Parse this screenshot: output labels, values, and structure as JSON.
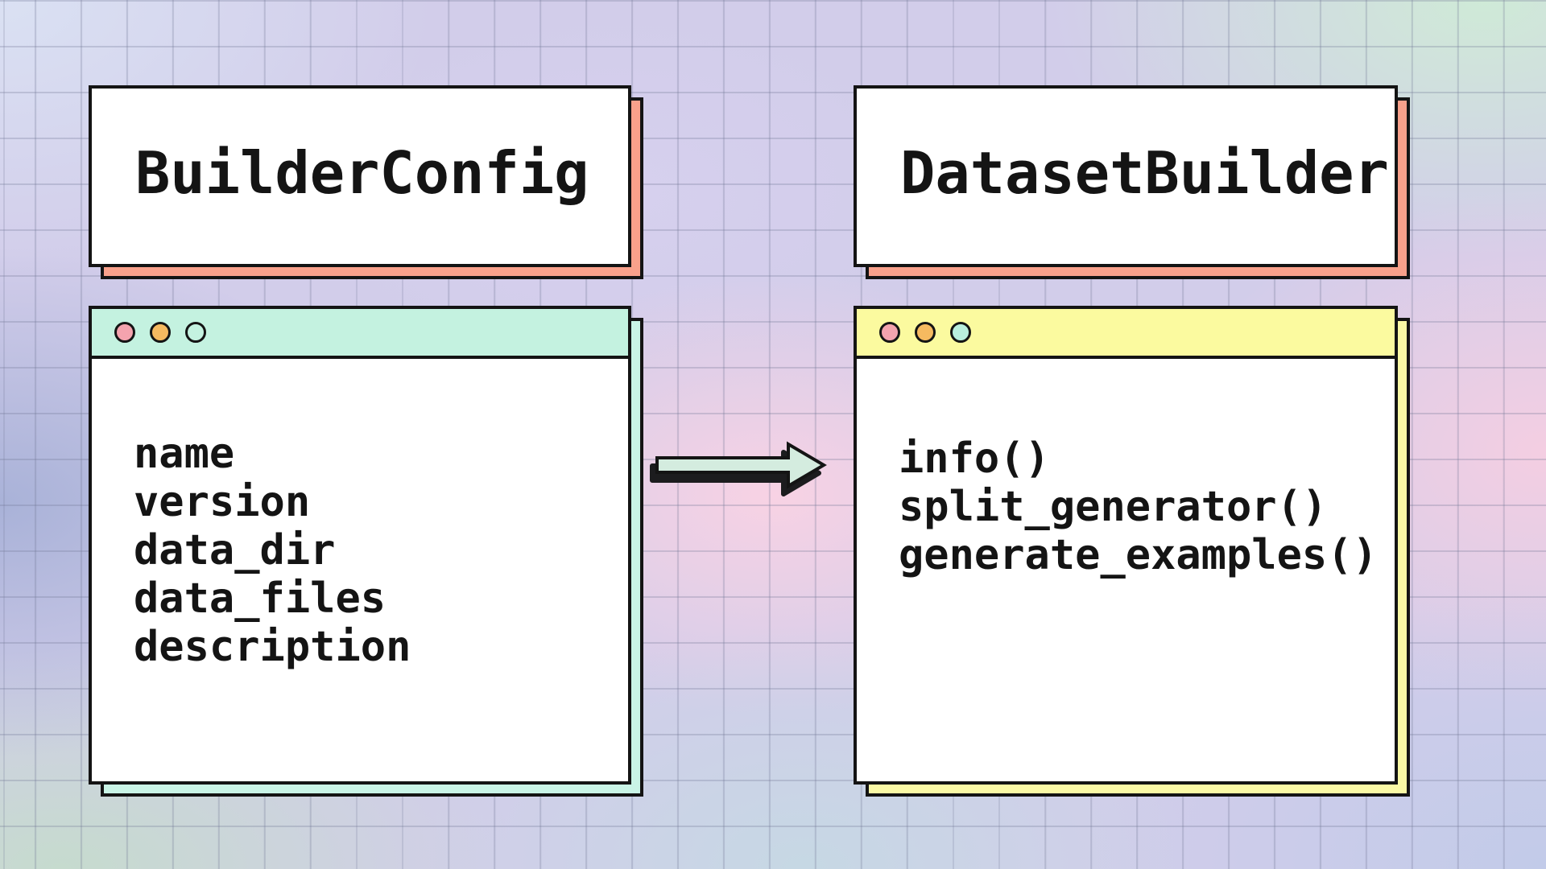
{
  "left_card": {
    "title": "BuilderConfig"
  },
  "left_window": {
    "attributes": [
      "name",
      "version",
      "data_dir",
      "data_files",
      "description"
    ]
  },
  "right_card": {
    "title": "DatasetBuilder"
  },
  "right_window": {
    "methods": [
      "info()",
      "split_generator()",
      "generate_examples()"
    ]
  },
  "arrow": {
    "direction": "right"
  },
  "colors": {
    "card_face": "#ffffff",
    "outline": "#141414",
    "title_shadow_salmon": "#f9a18b",
    "window_left_header_mint": "#c4f2e0",
    "window_left_shadow_mint": "#c9f4e6",
    "window_right_header_yellow": "#fbfa9f",
    "window_right_shadow_yellow": "#faf9a5",
    "dot_pink": "#f4a3ae",
    "dot_orange": "#f6ba60",
    "dot_mint": "#b9efde",
    "arrow_fill": "#d4ecdf",
    "background_pink_center": "#f8d2e4",
    "background_periwinkle": "#dae1f3",
    "background_violet": "#a9b2d8",
    "background_sage": "#c6dbce",
    "background_mint_corner": "#cfead7",
    "grid_line": "rgba(112,118,148,0.28)"
  }
}
